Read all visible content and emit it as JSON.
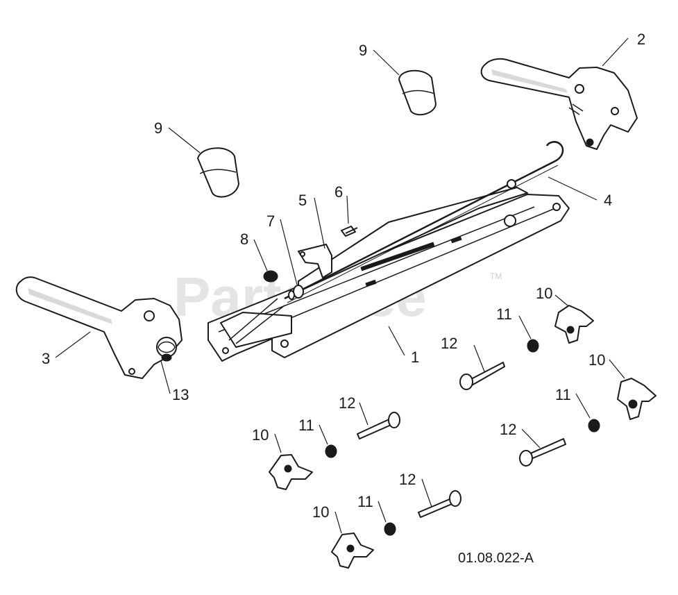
{
  "watermark": {
    "text": "PartsTree",
    "trademark": "TM"
  },
  "drawing_code": "01.08.022-A",
  "callouts": {
    "c1": "1",
    "c2": "2",
    "c3": "3",
    "c4": "4",
    "c5": "5",
    "c6": "6",
    "c7": "7",
    "c8": "8",
    "c9a": "9",
    "c9b": "9",
    "c10a": "10",
    "c10b": "10",
    "c10c": "10",
    "c10d": "10",
    "c11a": "11",
    "c11b": "11",
    "c11c": "11",
    "c11d": "11",
    "c12a": "12",
    "c12b": "12",
    "c12c": "12",
    "c12d": "12",
    "c13": "13"
  }
}
